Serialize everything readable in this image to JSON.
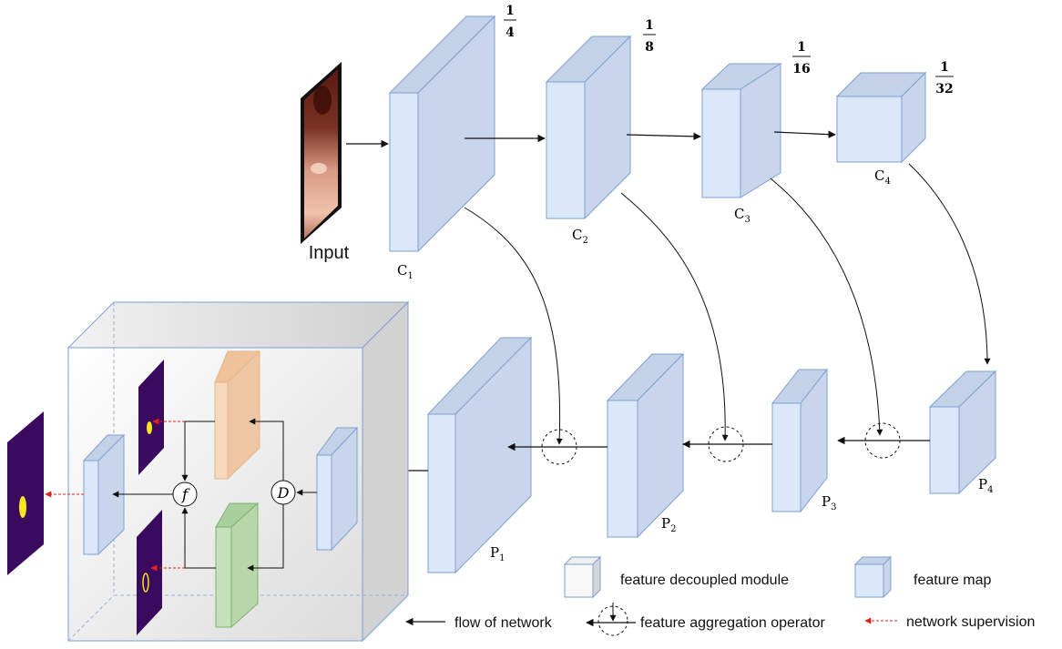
{
  "input_label": "Input",
  "encoder": [
    {
      "name": "C",
      "sub": "1",
      "scale_num": "1",
      "scale_den": "4"
    },
    {
      "name": "C",
      "sub": "2",
      "scale_num": "1",
      "scale_den": "8"
    },
    {
      "name": "C",
      "sub": "3",
      "scale_num": "1",
      "scale_den": "16"
    },
    {
      "name": "C",
      "sub": "4",
      "scale_num": "1",
      "scale_den": "32"
    }
  ],
  "decoder": [
    {
      "name": "P",
      "sub": "1"
    },
    {
      "name": "P",
      "sub": "2"
    },
    {
      "name": "P",
      "sub": "3"
    },
    {
      "name": "P",
      "sub": "4"
    }
  ],
  "operators": {
    "fuse": "f",
    "decouple": "D"
  },
  "legend": {
    "decoupled_module": "feature decoupled module",
    "feature_map": "feature map",
    "flow": "flow of network",
    "aggregation": "feature aggregation operator",
    "supervision": "network supervision"
  },
  "colors": {
    "map_front": "#dbe8fa",
    "map_top": "#c4d2e8",
    "map_side": "#c9d5ea",
    "map_stroke": "#7f9fd4",
    "supervision": "#e02020",
    "mask_bg": "#3a0a5e",
    "mask_fg": "#f5e61e",
    "orange_block": "#f6d2b0",
    "green_block": "#bcdcb2"
  }
}
